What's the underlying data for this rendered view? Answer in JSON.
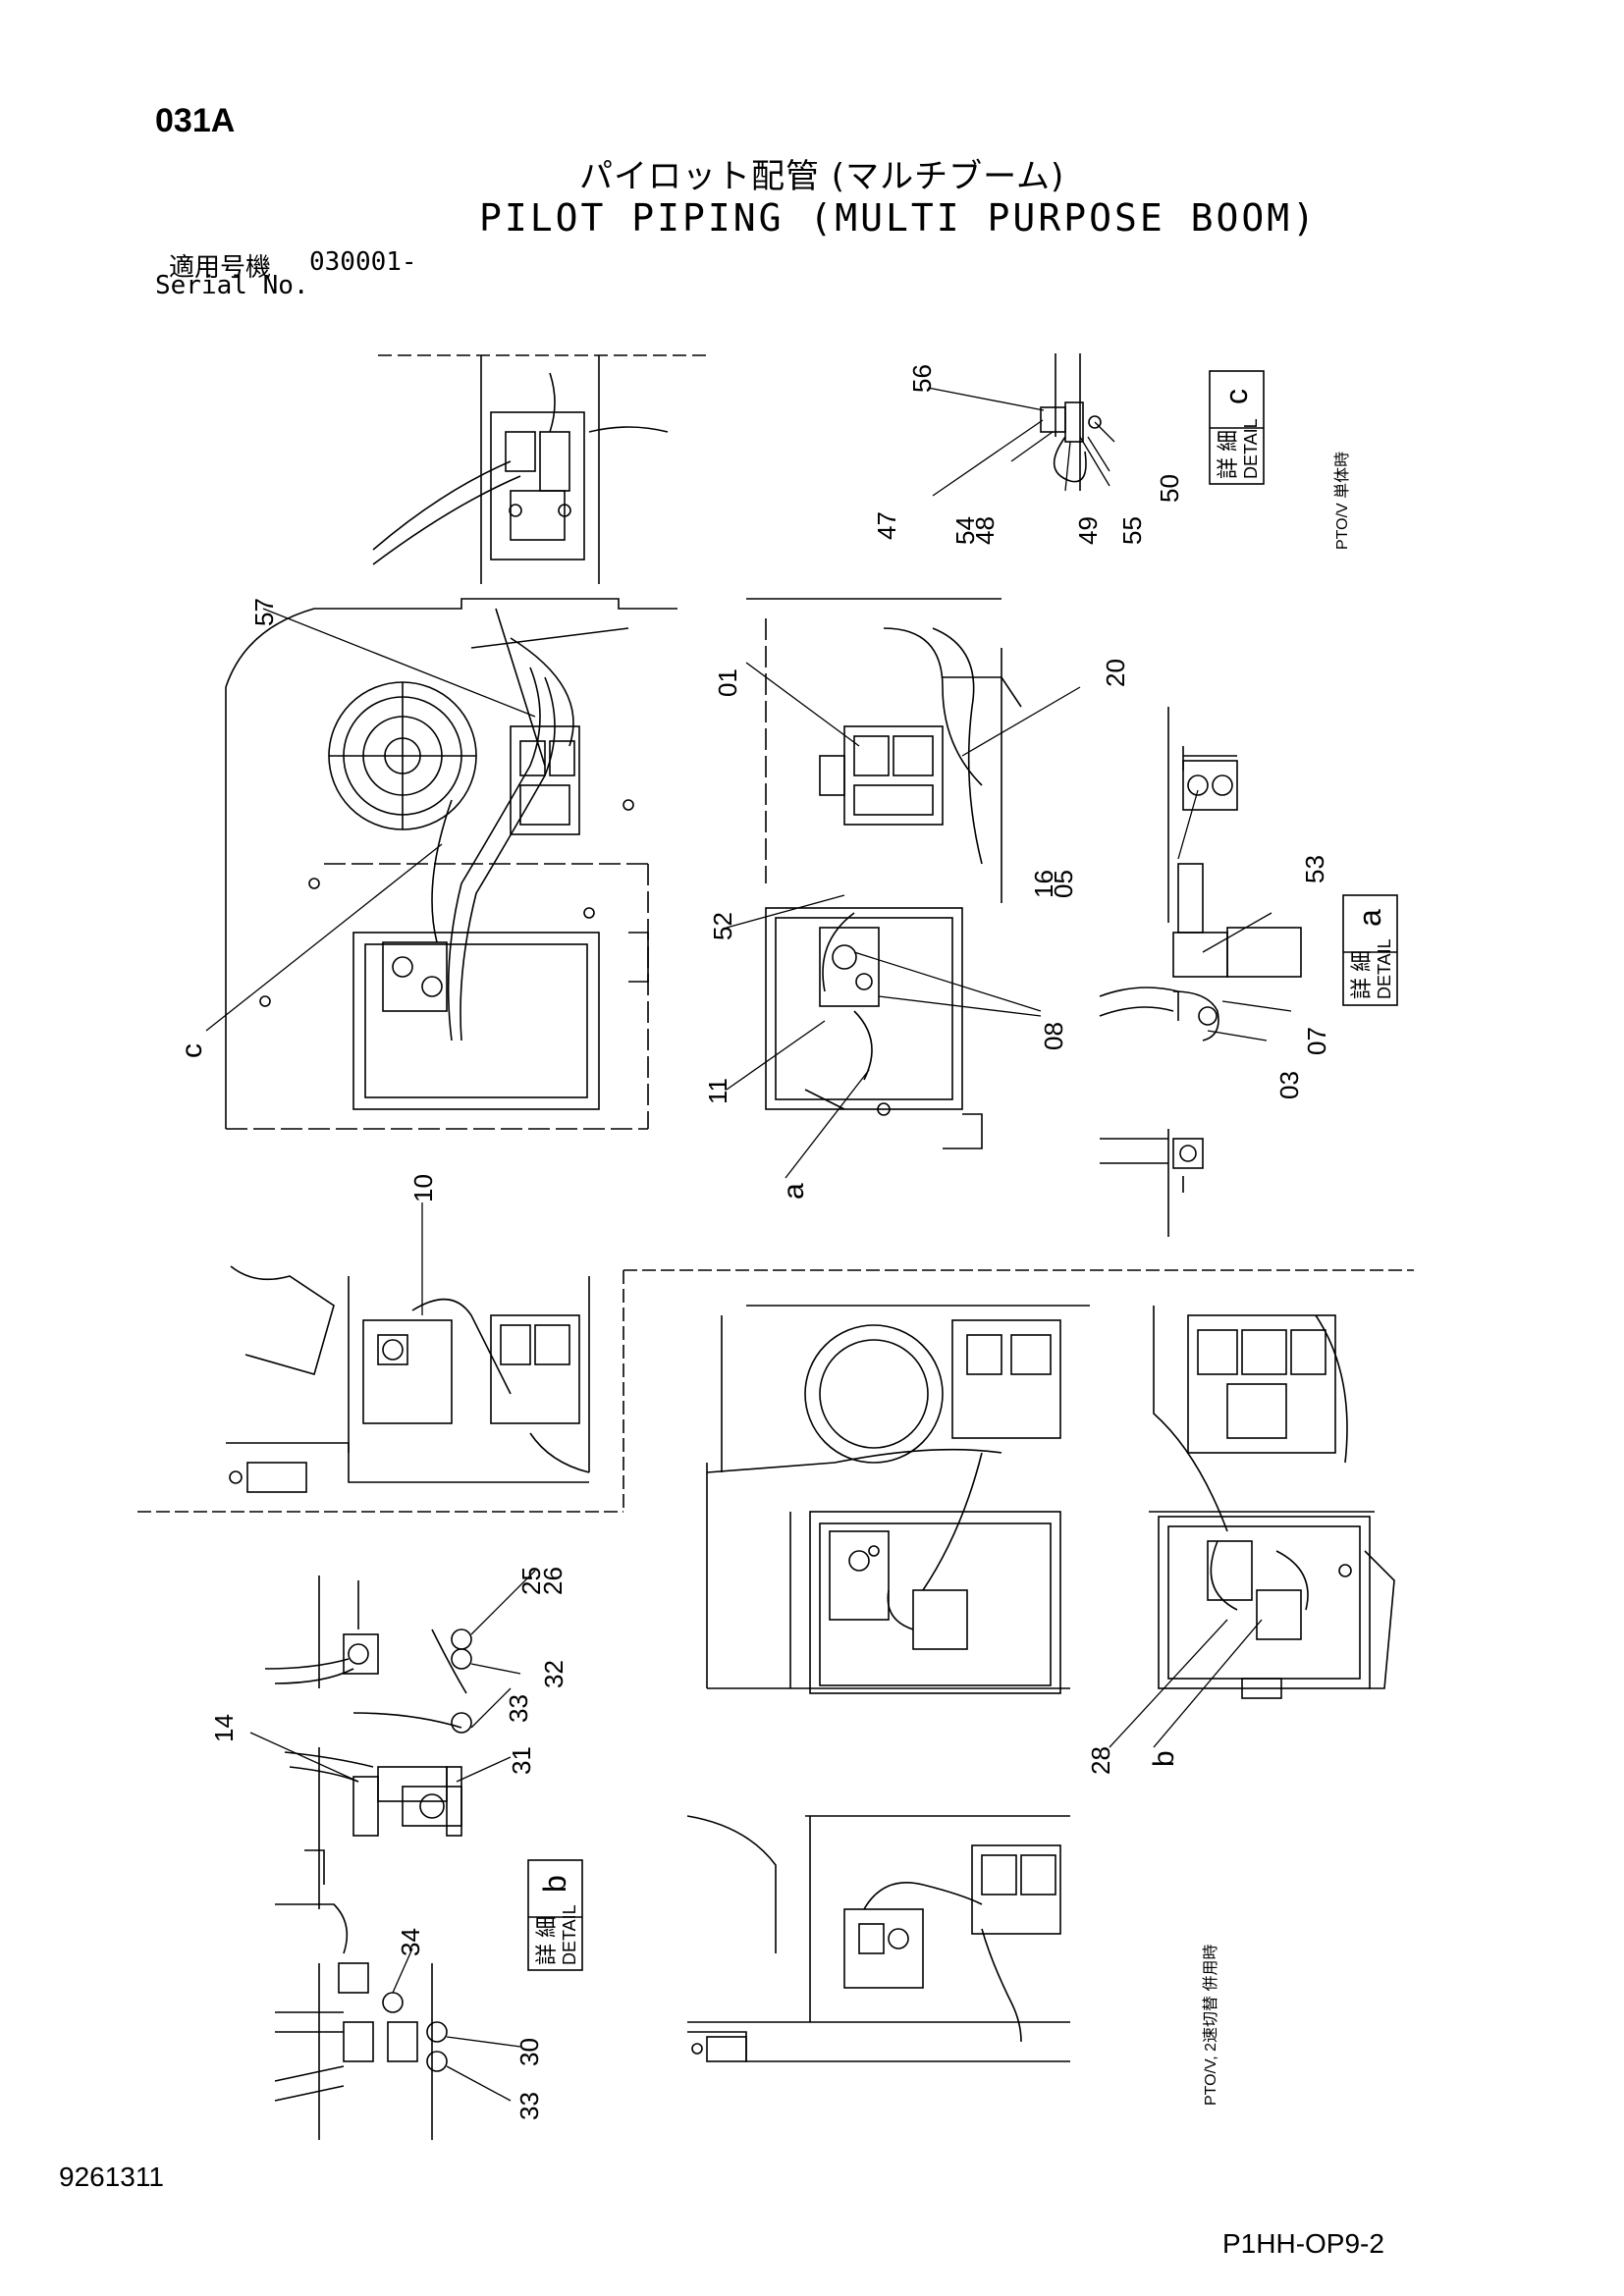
{
  "header": {
    "section_code": "031A",
    "title_jp": "パイロット配管 (マルチブーム)",
    "title_en": "PILOT PIPING (MULTI PURPOSE BOOM)",
    "serial_label_jp": "適用号機",
    "serial_value": "030001-",
    "serial_label_en": "Serial No."
  },
  "footer": {
    "document_number": "9261311",
    "reference_code": "P1HH-OP9-2"
  },
  "detail_boxes": {
    "c": {
      "label_jp": "詳 細",
      "label_en": "DETAIL",
      "letter": "c"
    },
    "a": {
      "label_jp": "詳 細",
      "label_en": "DETAIL",
      "letter": "a"
    },
    "b": {
      "label_jp": "詳 細",
      "label_en": "DETAIL",
      "letter": "b"
    }
  },
  "notes": {
    "pto_single": "PTO/V 単体時",
    "pto_combined": "PTO/V, 2速切替 併用時"
  },
  "part_callouts": {
    "p01": "01",
    "p03": "03",
    "p05": "16\n05",
    "p07": "07",
    "p08": "08",
    "p10": "10",
    "p11": "11",
    "p14": "14",
    "p20": "20",
    "p25": "25\n26",
    "p28": "28",
    "p30": "30",
    "p31": "31",
    "p32": "32",
    "p33a": "33",
    "p33b": "33",
    "p34": "34",
    "p47": "47",
    "p48": "54\n48",
    "p49": "49",
    "p50": "50",
    "p52": "52",
    "p53": "53",
    "p55": "55",
    "p56": "56",
    "p57": "57"
  },
  "view_letters": {
    "c": "c",
    "a": "a",
    "b": "b"
  }
}
